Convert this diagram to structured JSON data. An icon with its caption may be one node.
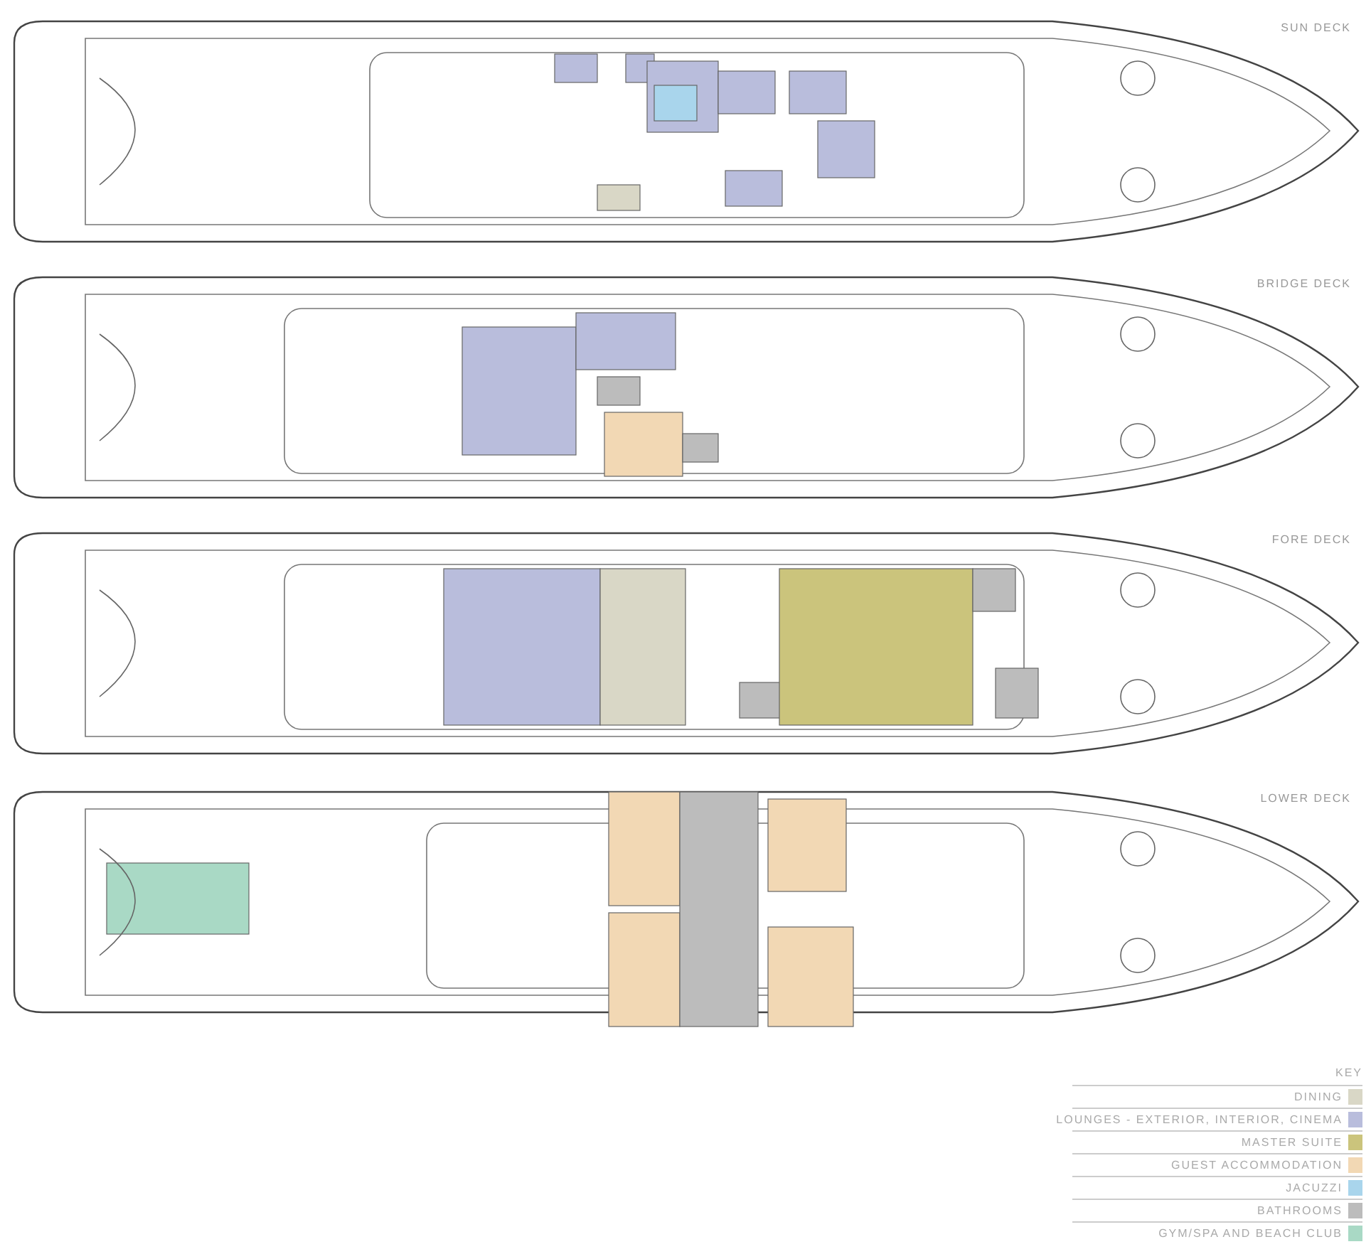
{
  "diagram": {
    "labels": [
      "SUN DECK",
      "BRIDGE DECK",
      "FORE DECK",
      "LOWER DECK",
      "KEY"
    ],
    "legend": [
      {
        "text": "DINING",
        "color": "#d9d7c6"
      },
      {
        "text": "LOUNGES - EXTERIOR, INTERIOR, CINEMA",
        "color": "#b9bddc"
      },
      {
        "text": "MASTER SUITE",
        "color": "#cbc47c"
      },
      {
        "text": "GUEST ACCOMMODATION",
        "color": "#f2d8b4"
      },
      {
        "text": "JACUZZI",
        "color": "#a9d5ec"
      },
      {
        "text": "BATHROOMS",
        "color": "#bcbcbc"
      },
      {
        "text": "GYM/SPA AND BEACH CLUB",
        "color": "#a9d9c5"
      }
    ]
  }
}
